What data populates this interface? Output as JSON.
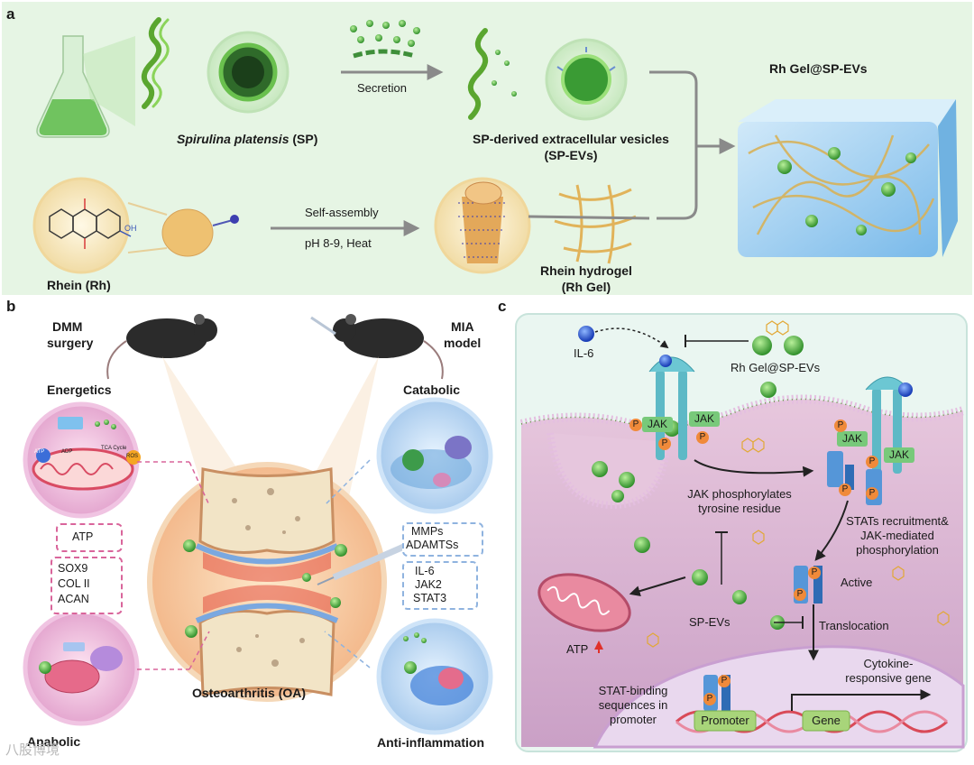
{
  "panel_a": {
    "letter": "a",
    "sp_name_italic": "Spirulina platensis",
    "sp_name_abbr": " (SP)",
    "secretion": "Secretion",
    "spev_line1": "SP-derived extracellular vesicles",
    "spev_line2": "(SP-EVs)",
    "product": "Rh Gel@SP-EVs",
    "self_assembly": "Self-assembly",
    "conditions": "pH 8-9, Heat",
    "rhein": "Rhein (Rh)",
    "hydrogel_line1": "Rhein hydrogel",
    "hydrogel_line2": "(Rh Gel)",
    "cooh": "OH"
  },
  "panel_b": {
    "letter": "b",
    "dmm_line1": "DMM",
    "dmm_line2": "surgery",
    "mia_line1": "MIA",
    "mia_line2": "model",
    "energetics": "Energetics",
    "catabolic": "Catabolic",
    "anabolic": "Anabolic",
    "anti_inflammation": "Anti-inflammation",
    "oa": "Osteoarthritis (OA)",
    "atp": "ATP",
    "sox9": "SOX9",
    "col2": "COL II",
    "acan": "ACAN",
    "mmps": "MMPs",
    "adamts": "ADAMTSs",
    "il6": "IL-6",
    "jak2": "JAK2",
    "stat3": "STAT3",
    "mito_atp": "ATP",
    "mito_adp": "ADP",
    "tca": "TCA Cycle",
    "ros": "ROS"
  },
  "panel_c": {
    "letter": "c",
    "il6": "IL-6",
    "rh_gel": "Rh Gel@SP-EVs",
    "jak": "JAK",
    "p": "P",
    "jak_phos_line1": "JAK phosphorylates",
    "jak_phos_line2": "tyrosine residue",
    "stats_line1": "STATs recruitment&",
    "stats_line2": "JAK-mediated",
    "stats_line3": "phosphorylation",
    "active": "Active",
    "translocation": "Translocation",
    "spevs": "SP-EVs",
    "atp": "ATP",
    "cytokine_line1": "Cytokine-",
    "cytokine_line2": "responsive gene",
    "stat_binding_line1": "STAT-binding",
    "stat_binding_line2": "sequences in",
    "stat_binding_line3": "promoter",
    "promoter": "Promoter",
    "gene": "Gene"
  },
  "watermark": "八股博境",
  "colors": {
    "panel_a_bg": "#e6f5e4",
    "green_ev": "#4caf3e",
    "pink": "#d9659b",
    "blue_dash": "#8fb3df",
    "cell_pink": "#c98fc0",
    "red_arrow": "#e0302a"
  }
}
